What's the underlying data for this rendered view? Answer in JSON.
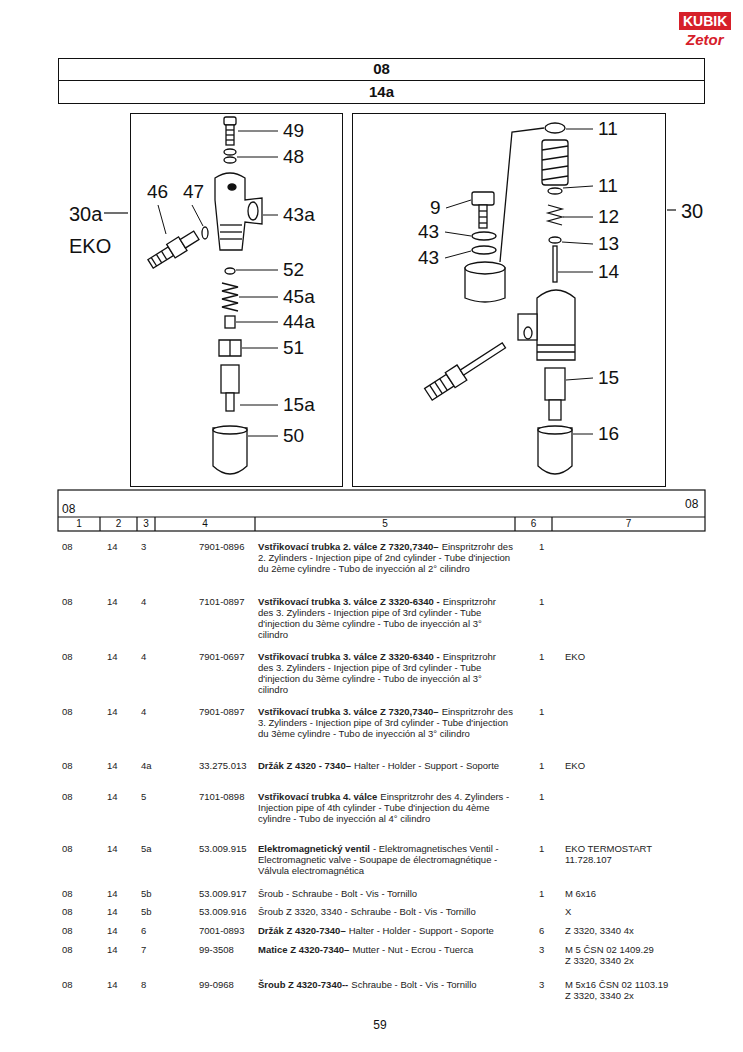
{
  "diagram": {
    "nodes": [
      {
        "text": [
          "08"
        ]
      },
      {
        "text": [
          "14a"
        ]
      },
      {
        "text": [
          "30a",
          "EKO"
        ]
      },
      {
        "text": [
          "30"
        ]
      }
    ],
    "labels": [
      "KUBIK",
      "Zetor",
      "49",
      "48",
      "46",
      "47",
      "43a",
      "52",
      "45a",
      "44a",
      "51",
      "15a",
      "50",
      "11",
      "11",
      "12",
      "13",
      "14",
      "9",
      "43",
      "43",
      "15",
      "16",
      "08",
      "08",
      "1",
      "2",
      "3",
      "4",
      "5",
      "6",
      "7",
      "08",
      "14",
      "3",
      "7901-0896",
      "Vstřikovací trubka 2. válce Z 7320,7340–",
      "Einspritzrohr des 2. Zylinders - Injection pipe of 2nd cylinder - Tube d'injection du 2ème cylindre - Tubo de inyección al 2° cilindro",
      "1",
      "08",
      "14",
      "4",
      "7101-0897",
      "Vstřikovací trubka 3. válce Z 3320-6340 -",
      "Einspritzrohr des 3. Zylinders - Injection pipe of 3rd cylinder - Tube d'injection du 3ème cylindre - Tubo de inyección al 3° cilindro",
      "1",
      "08",
      "14",
      "4",
      "7901-0697",
      "Vstřikovací trubka 3. válce Z 3320-6340 -",
      "Einspritzrohr des 3. Zylinders - Injection pipe of 3rd cylinder - Tube d'injection du 3ème cylindre - Tubo de inyección al 3° cilindro",
      "1",
      "EKO",
      "08",
      "14",
      "4",
      "7901-0897",
      "Vstřikovací trubka 3. válce Z 7320,7340–",
      "Einspritzrohr des 3. Zylinders - Injection pipe of 3rd cylinder - Tube d'injection du 3ème cylindre - Tubo de inyección al 3° cilindro",
      "1",
      "08",
      "14",
      "4a",
      "33.275.013",
      "Držák Z 4320 - 7340–",
      "Halter - Holder - Support - Soporte",
      "1",
      "EKO",
      "08",
      "14",
      "5",
      "7101-0898",
      "Vstřikovací trubka 4. válce",
      "Einspritzrohr des 4. Zylinders - Injection pipe of 4th cylinder - Tube d'injection du 4ème cylindre - Tubo de inyección al 4° cilindro",
      "1",
      "08",
      "14",
      "5a",
      "53.009.915",
      "Elektromagnetický ventil",
      "- Elektromagnetisches Ventil - Electromagnetic valve - Soupape de électromagnétique - Válvula electromagnética",
      "1",
      "EKO TERMOSTART",
      "11.728.107",
      "08",
      "14",
      "5b",
      "53.009.917",
      "Šroub - Schraube - Bolt - Vis - Tornillo",
      "1",
      "M 6x16",
      "08",
      "14",
      "5b",
      "53.009.916",
      "Šroub Z 3320, 3340 - Schraube - Bolt - Vis - Tornillo",
      "X",
      "08",
      "14",
      "6",
      "7001-0893",
      "Držák Z 4320-7340–",
      "Halter - Holder - Support - Soporte",
      "6",
      "Z 3320, 3340 4x",
      "08",
      "14",
      "7",
      "99-3508",
      "Matice Z 4320-7340–",
      "Mutter - Nut - Ecrou - Tuerca",
      "3",
      "M 5 ČSN 02 1409.29",
      "Z 3320, 3340 2x",
      "08",
      "14",
      "8",
      "99-0968",
      "Šroub Z 4320-7340--",
      "Schraube - Bolt - Vis - Tornillo",
      "3",
      "M 5x16 ČSN 02 1103.19",
      "Z 3320, 3340 2x",
      "59"
    ]
  }
}
